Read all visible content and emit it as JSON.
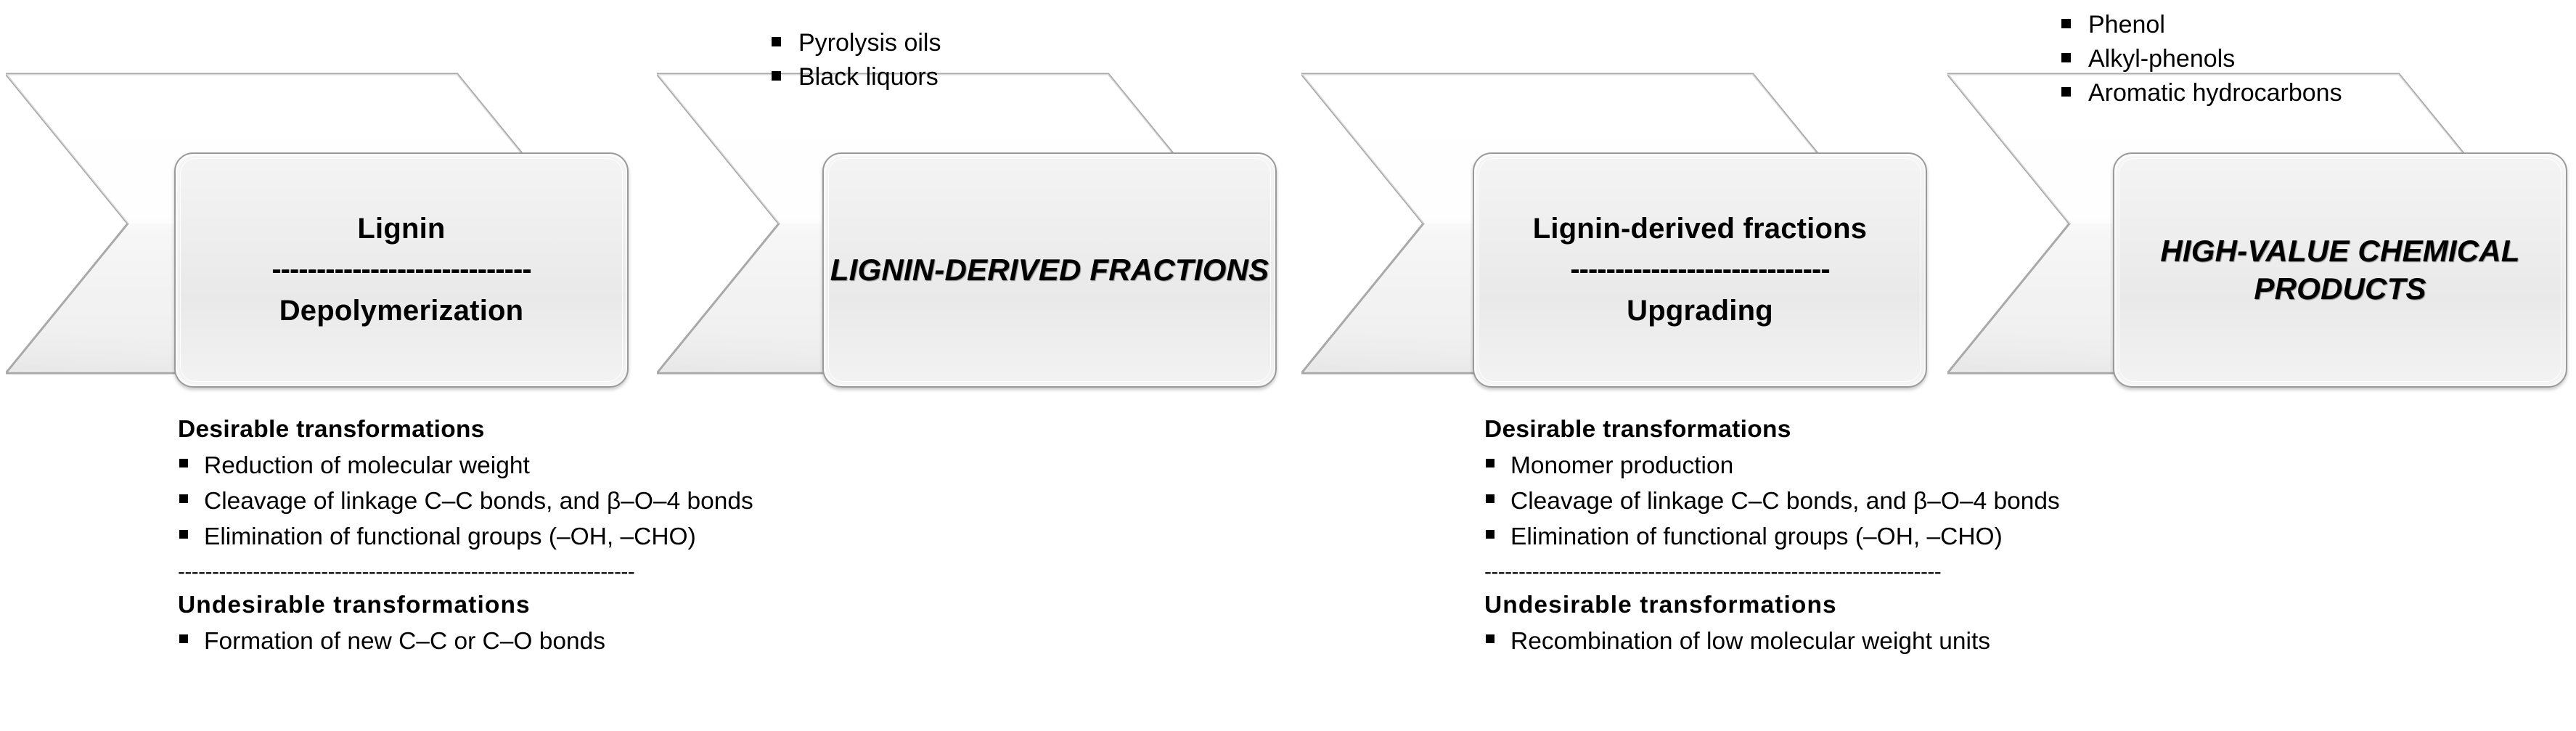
{
  "diagram": {
    "title": "Lignin valorization process flow",
    "accent_color": "#000000",
    "box_border_color": "#9a9a9a",
    "box_fill_color": "#eeeeee",
    "divider_dashes": "-----------------------------",
    "section_rule": "-------------------------------------------------------------------"
  },
  "stages": [
    {
      "id": "stage-1",
      "box_title": "Lignin",
      "box_subtitle": "Depolymerization",
      "has_divider": true,
      "italic": false
    },
    {
      "id": "stage-2",
      "box_title": "LIGNIN-DERIVED FRACTIONS",
      "box_subtitle": "",
      "has_divider": false,
      "italic": true
    },
    {
      "id": "stage-3",
      "box_title": "Lignin-derived fractions",
      "box_subtitle": "Upgrading",
      "has_divider": true,
      "italic": false
    },
    {
      "id": "stage-4",
      "box_title": "HIGH-VALUE CHEMICAL PRODUCTS",
      "box_subtitle": "",
      "has_divider": false,
      "italic": true
    }
  ],
  "callouts": {
    "feedstocks": {
      "items": [
        "Pyrolysis oils",
        "Black liquors"
      ]
    },
    "products": {
      "items": [
        "Phenol",
        "Alkyl-phenols",
        "Aromatic hydrocarbons"
      ]
    }
  },
  "descriptions": {
    "depolymerization": {
      "desirable_heading": "Desirable transformations",
      "desirable_items": [
        "Reduction of molecular weight",
        "Cleavage of linkage C–C bonds, and β–O–4 bonds",
        "Elimination of functional groups (–OH, –CHO)"
      ],
      "undesirable_heading": "Undesirable transformations",
      "undesirable_items": [
        "Formation of new C–C or C–O bonds"
      ]
    },
    "upgrading": {
      "desirable_heading": "Desirable transformations",
      "desirable_items": [
        "Monomer production",
        "Cleavage of linkage C–C bonds, and β–O–4 bonds",
        "Elimination of functional groups (–OH, –CHO)"
      ],
      "undesirable_heading": "Undesirable transformations",
      "undesirable_items": [
        "Recombination of low molecular weight units"
      ]
    }
  }
}
